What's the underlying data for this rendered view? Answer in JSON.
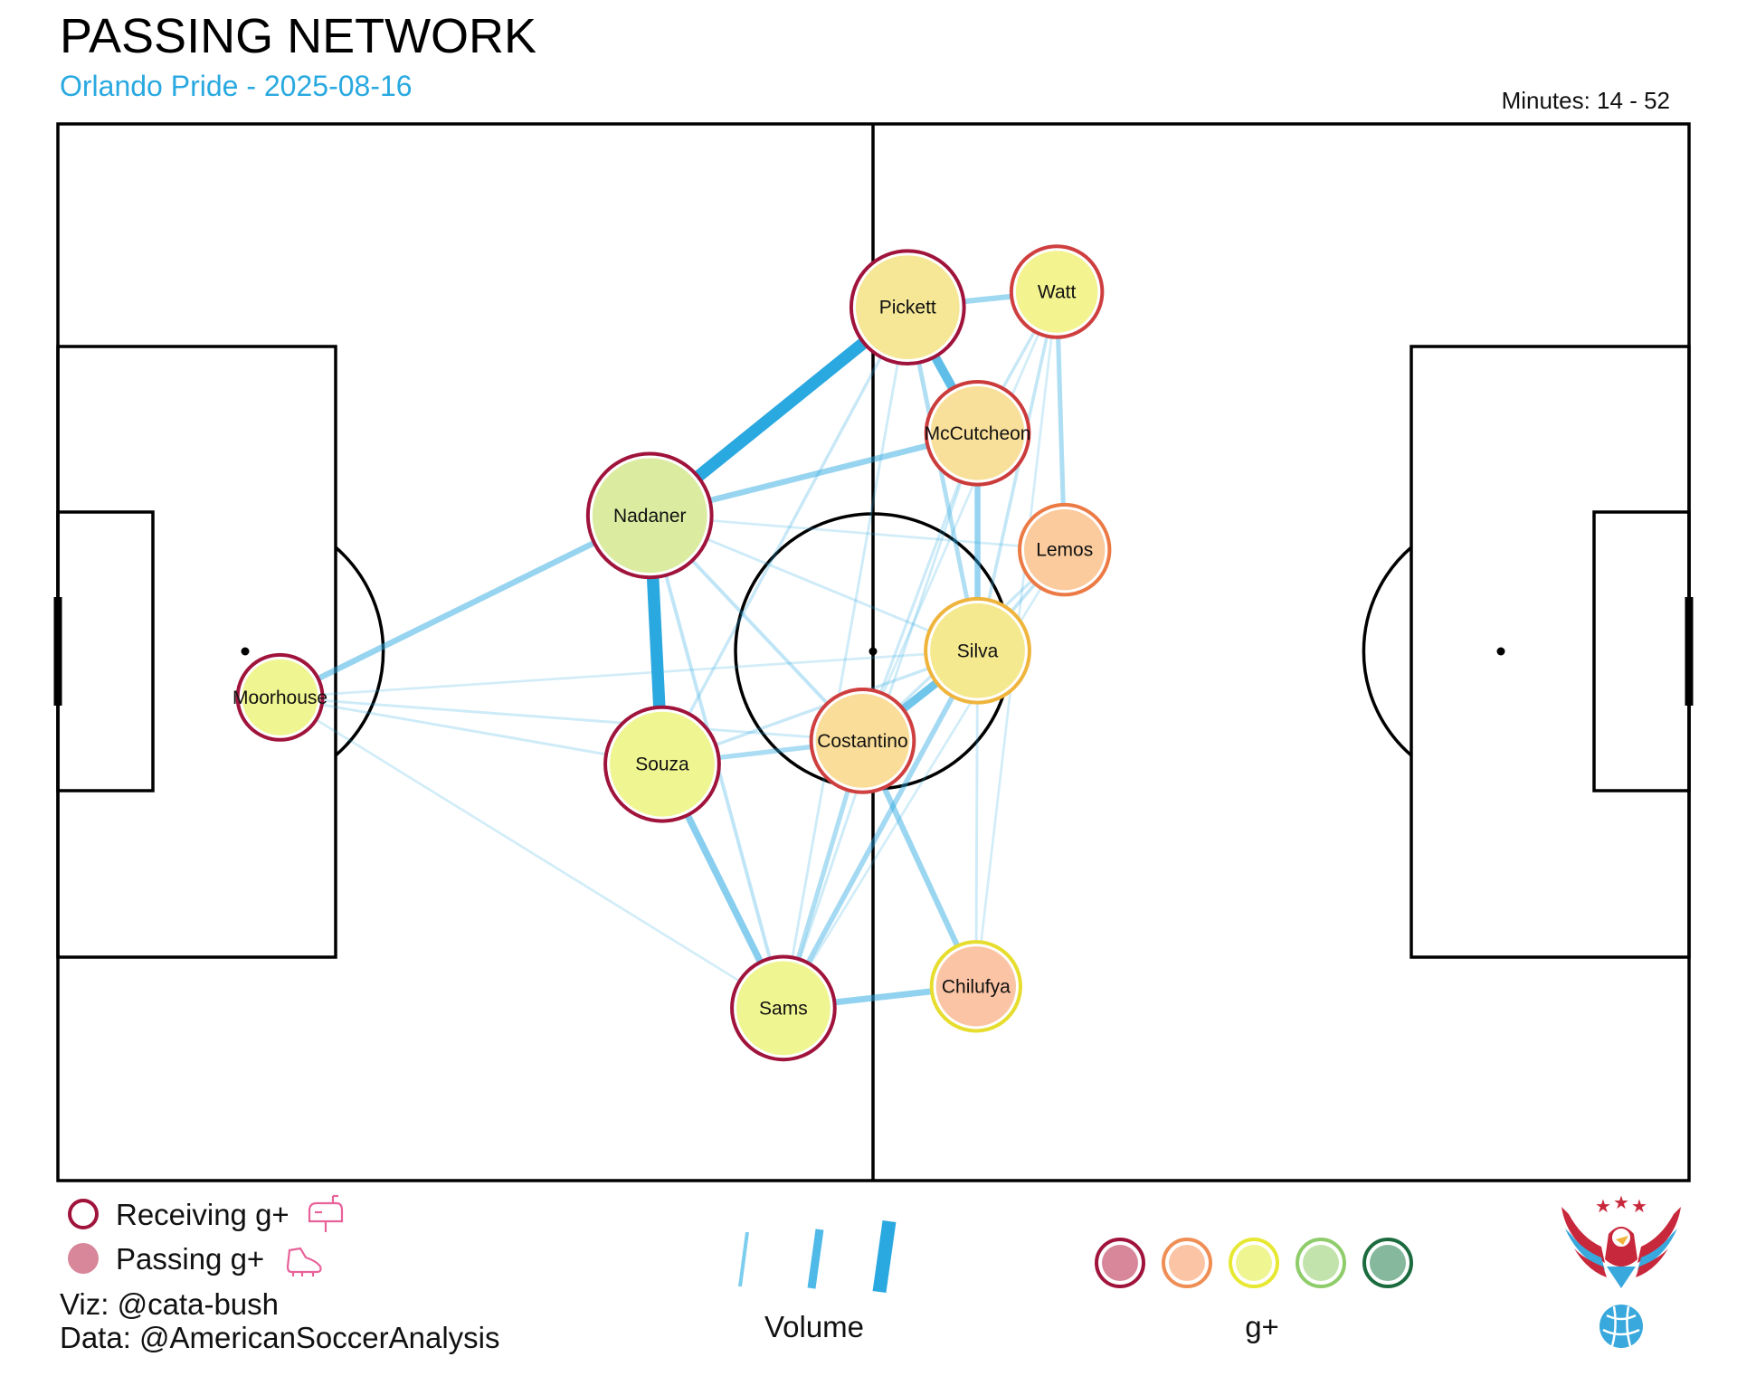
{
  "header": {
    "title": "PASSING NETWORK",
    "subtitle": "Orlando Pride - 2025-08-16",
    "minutes": "Minutes: 14 - 52"
  },
  "colors": {
    "edge": "#2aa8e0",
    "subtitle": "#29a9e0",
    "gplus_scale": [
      "#d8879a",
      "#fbc4a4",
      "#eff590",
      "#c3e3ac",
      "#86b89e"
    ],
    "gplus_rings": [
      "#a0143c",
      "#ef8e55",
      "#e7e832",
      "#8fcc6a",
      "#1b6b3f"
    ]
  },
  "chart_data": {
    "type": "network",
    "pitch": {
      "length": 105,
      "width": 68
    },
    "players": [
      {
        "name": "Moorhouse",
        "x": 14.3,
        "y": 31.1,
        "size": 0.49,
        "fill": "#eff590",
        "ring": "#a0143c"
      },
      {
        "name": "Nadaner",
        "x": 38.1,
        "y": 42.8,
        "size": 0.88,
        "fill": "#dbeba0",
        "ring": "#a0143c"
      },
      {
        "name": "Souza",
        "x": 38.9,
        "y": 26.8,
        "size": 0.78,
        "fill": "#eff590",
        "ring": "#a0143c"
      },
      {
        "name": "Pickett",
        "x": 54.7,
        "y": 56.2,
        "size": 0.77,
        "fill": "#f5e795",
        "ring": "#a0143c"
      },
      {
        "name": "Watt",
        "x": 64.3,
        "y": 57.2,
        "size": 0.55,
        "fill": "#f3f38f",
        "ring": "#cf3f3f"
      },
      {
        "name": "McCutcheon",
        "x": 59.2,
        "y": 48.1,
        "size": 0.67,
        "fill": "#f9e09a",
        "ring": "#cc3b3b"
      },
      {
        "name": "Lemos",
        "x": 64.8,
        "y": 40.6,
        "size": 0.54,
        "fill": "#fbcb9d",
        "ring": "#ec7a45"
      },
      {
        "name": "Silva",
        "x": 59.2,
        "y": 34.1,
        "size": 0.68,
        "fill": "#f5e98f",
        "ring": "#efb43b"
      },
      {
        "name": "Costantino",
        "x": 51.8,
        "y": 28.3,
        "size": 0.67,
        "fill": "#f9dd98",
        "ring": "#cf3f3f"
      },
      {
        "name": "Sams",
        "x": 46.7,
        "y": 11.1,
        "size": 0.67,
        "fill": "#eff590",
        "ring": "#a0143c"
      },
      {
        "name": "Chilufya",
        "x": 59.1,
        "y": 12.5,
        "size": 0.53,
        "fill": "#fbc4a4",
        "ring": "#e6dd2e"
      }
    ],
    "edges": [
      {
        "from": "Nadaner",
        "to": "Pickett",
        "weight": 1.0
      },
      {
        "from": "Nadaner",
        "to": "Souza",
        "weight": 1.0
      },
      {
        "from": "Pickett",
        "to": "McCutcheon",
        "weight": 0.72
      },
      {
        "from": "Silva",
        "to": "Costantino",
        "weight": 0.62
      },
      {
        "from": "Souza",
        "to": "Sams",
        "weight": 0.5
      },
      {
        "from": "Moorhouse",
        "to": "Nadaner",
        "weight": 0.42
      },
      {
        "from": "Nadaner",
        "to": "McCutcheon",
        "weight": 0.42
      },
      {
        "from": "Sams",
        "to": "Chilufya",
        "weight": 0.45
      },
      {
        "from": "Pickett",
        "to": "Watt",
        "weight": 0.38
      },
      {
        "from": "McCutcheon",
        "to": "Silva",
        "weight": 0.42
      },
      {
        "from": "Costantino",
        "to": "Chilufya",
        "weight": 0.4
      },
      {
        "from": "Souza",
        "to": "Costantino",
        "weight": 0.32
      },
      {
        "from": "Sams",
        "to": "Silva",
        "weight": 0.35
      },
      {
        "from": "Sams",
        "to": "Costantino",
        "weight": 0.3
      },
      {
        "from": "Watt",
        "to": "Lemos",
        "weight": 0.3
      },
      {
        "from": "Pickett",
        "to": "Silva",
        "weight": 0.28
      },
      {
        "from": "Nadaner",
        "to": "Costantino",
        "weight": 0.2
      },
      {
        "from": "Nadaner",
        "to": "Sams",
        "weight": 0.2
      },
      {
        "from": "Souza",
        "to": "Pickett",
        "weight": 0.16
      },
      {
        "from": "Souza",
        "to": "Silva",
        "weight": 0.16
      },
      {
        "from": "Watt",
        "to": "Silva",
        "weight": 0.18
      },
      {
        "from": "Watt",
        "to": "McCutcheon",
        "weight": 0.16
      },
      {
        "from": "Lemos",
        "to": "Silva",
        "weight": 0.18
      },
      {
        "from": "Lemos",
        "to": "Costantino",
        "weight": 0.15
      },
      {
        "from": "Moorhouse",
        "to": "Souza",
        "weight": 0.12
      },
      {
        "from": "Moorhouse",
        "to": "Costantino",
        "weight": 0.12
      },
      {
        "from": "Moorhouse",
        "to": "Silva",
        "weight": 0.1
      },
      {
        "from": "Moorhouse",
        "to": "Sams",
        "weight": 0.1
      },
      {
        "from": "Nadaner",
        "to": "Silva",
        "weight": 0.12
      },
      {
        "from": "Nadaner",
        "to": "Lemos",
        "weight": 0.1
      },
      {
        "from": "McCutcheon",
        "to": "Costantino",
        "weight": 0.14
      },
      {
        "from": "McCutcheon",
        "to": "Sams",
        "weight": 0.12
      },
      {
        "from": "Pickett",
        "to": "Sams",
        "weight": 0.12
      },
      {
        "from": "Watt",
        "to": "Chilufya",
        "weight": 0.1
      },
      {
        "from": "Silva",
        "to": "Chilufya",
        "weight": 0.12
      },
      {
        "from": "Lemos",
        "to": "Sams",
        "weight": 0.1
      },
      {
        "from": "Watt",
        "to": "Costantino",
        "weight": 0.1
      }
    ],
    "legend": {
      "receiving_label": "Receiving g+",
      "passing_label": "Passing g+",
      "volume_label": "Volume",
      "gplus_label": "g+"
    }
  },
  "footer": {
    "viz_credit": "Viz: @cata-bush",
    "data_credit": "Data: @AmericanSoccerAnalysis"
  },
  "icons": [
    "mailbox-icon",
    "cleat-icon",
    "eagle-logo-icon",
    "soccer-ball-icon"
  ]
}
